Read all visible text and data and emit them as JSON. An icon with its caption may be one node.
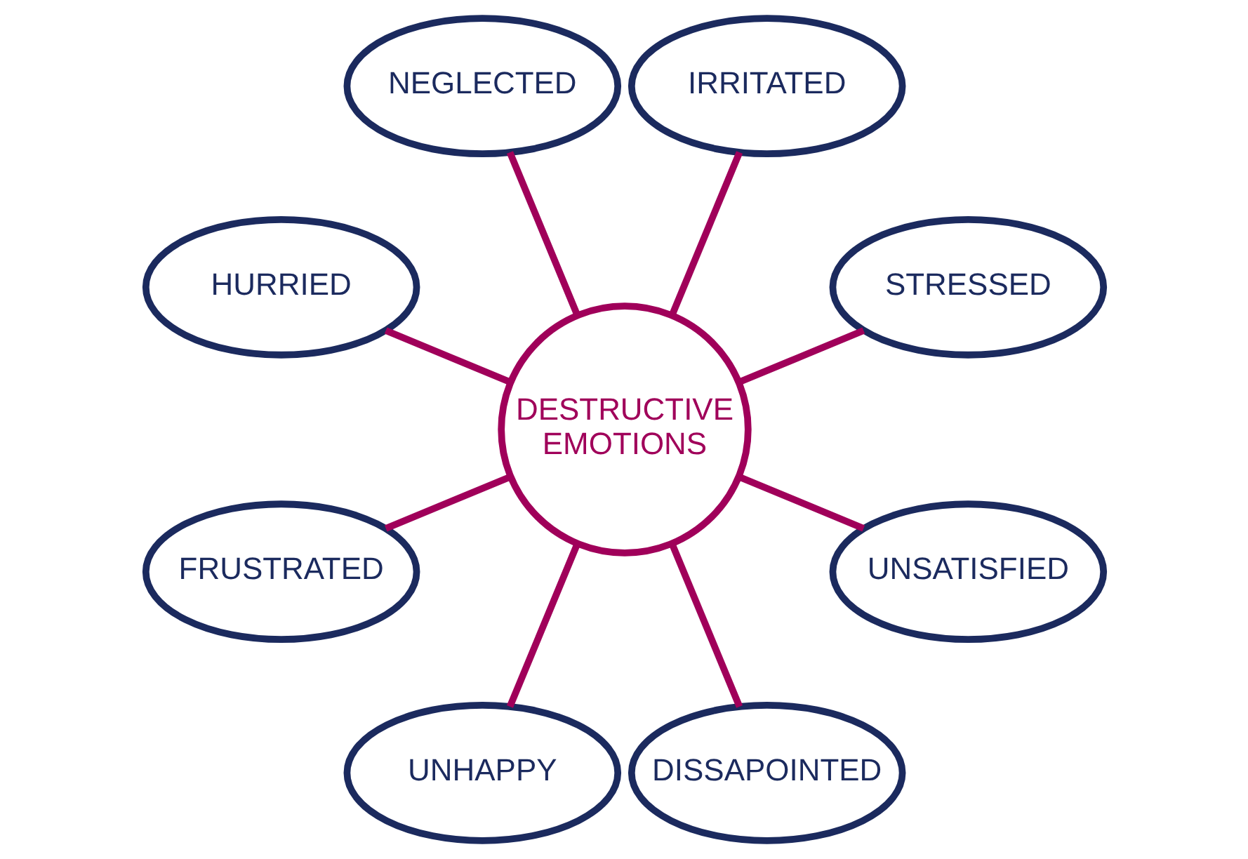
{
  "diagram": {
    "nodes": [
      {
        "text": [
          "STRESSED"
        ]
      },
      {
        "text": [
          "IRRITATED"
        ]
      },
      {
        "text": [
          "NEGLECTED"
        ]
      },
      {
        "text": [
          "HURRIED"
        ]
      },
      {
        "text": [
          "DESTRUCTIVE EMOTIONS"
        ]
      },
      {
        "text": [
          "FRUSTRATED"
        ]
      },
      {
        "text": [
          "UNHAPPY"
        ]
      },
      {
        "text": [
          "DISSAPOINTED"
        ]
      },
      {
        "text": [
          "UNSATISFIED"
        ]
      }
    ],
    "edges": [
      {
        "from": 4,
        "to": 0,
        "arrow": "none"
      },
      {
        "from": 4,
        "to": 2,
        "arrow": "none"
      },
      {
        "from": 4,
        "to": 5,
        "arrow": "none"
      },
      {
        "from": 4,
        "to": 7,
        "arrow": "none"
      },
      {
        "from": 4,
        "to": 8,
        "arrow": "none"
      },
      {
        "from": 4,
        "to": 6,
        "arrow": "none"
      },
      {
        "from": 4,
        "to": 3,
        "arrow": "none"
      },
      {
        "from": 4,
        "to": 1,
        "arrow": "none"
      }
    ]
  }
}
